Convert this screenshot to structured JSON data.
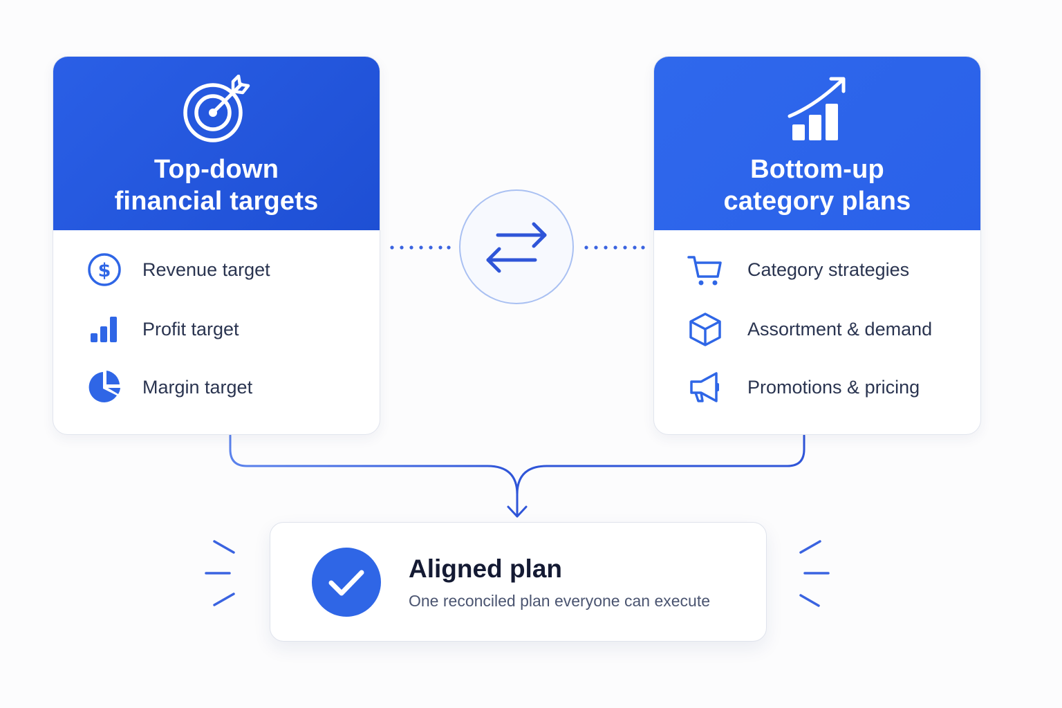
{
  "colors": {
    "primary": "#2a5fe6",
    "accent_icon": "#2f66e6",
    "text_dark": "#141a33",
    "text_body": "#2a3450",
    "connector": "#3a63e0"
  },
  "top_down": {
    "title_line1": "Top-down",
    "title_line2": "financial targets",
    "icon": "target-icon",
    "items": [
      {
        "label": "Revenue target",
        "icon": "dollar-icon"
      },
      {
        "label": "Profit target",
        "icon": "bar-chart-icon"
      },
      {
        "label": "Margin target",
        "icon": "pie-chart-icon"
      }
    ]
  },
  "bottom_up": {
    "title_line1": "Bottom-up",
    "title_line2": "category plans",
    "icon": "growth-chart-icon",
    "items": [
      {
        "label": "Category strategies",
        "icon": "cart-icon"
      },
      {
        "label": "Assortment & demand",
        "icon": "box-icon"
      },
      {
        "label": "Promotions & pricing",
        "icon": "megaphone-icon"
      }
    ]
  },
  "exchange": {
    "icon": "swap-arrows-icon"
  },
  "result": {
    "title": "Aligned plan",
    "subtitle": "One reconciled plan everyone can execute",
    "icon": "check-icon"
  }
}
